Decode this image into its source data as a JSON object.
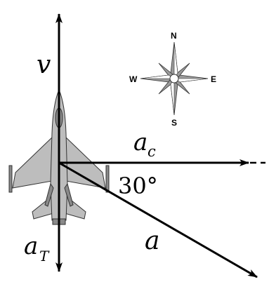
{
  "labels": {
    "velocity": "v",
    "centripetal_base": "a",
    "centripetal_sub": "c",
    "tangential_base": "a",
    "tangential_sub": "T",
    "total": "a",
    "angle": "30°"
  },
  "compass": {
    "north": "N",
    "south": "S",
    "east": "E",
    "west": "W"
  },
  "colors": {
    "stroke": "#000000",
    "plane_fill": "#bdbdbd",
    "plane_dark": "#8a8a8a",
    "compass_fill": "#9a9a9a"
  }
}
